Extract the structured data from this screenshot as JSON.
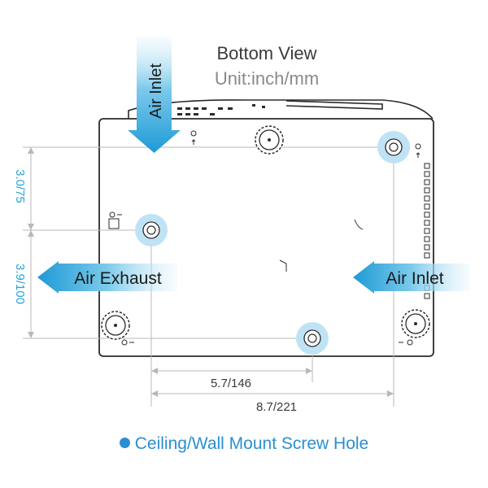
{
  "title": "Bottom View",
  "unit": "Unit:inch/mm",
  "labels": {
    "air_inlet_top": "Air Inlet",
    "air_exhaust": "Air Exhaust",
    "air_inlet_right": "Air Inlet"
  },
  "dimensions": {
    "v_upper": "3.0/75",
    "v_lower": "3.9/100",
    "h_short": "5.7/146",
    "h_long": "8.7/221"
  },
  "legend": "Ceiling/Wall Mount Screw Hole",
  "colors": {
    "accent": "#29a3d8",
    "arrow_fill_dark": "#1e9ad6",
    "screw_hole": "#bfe3f5",
    "outline": "#2b2b2b"
  }
}
